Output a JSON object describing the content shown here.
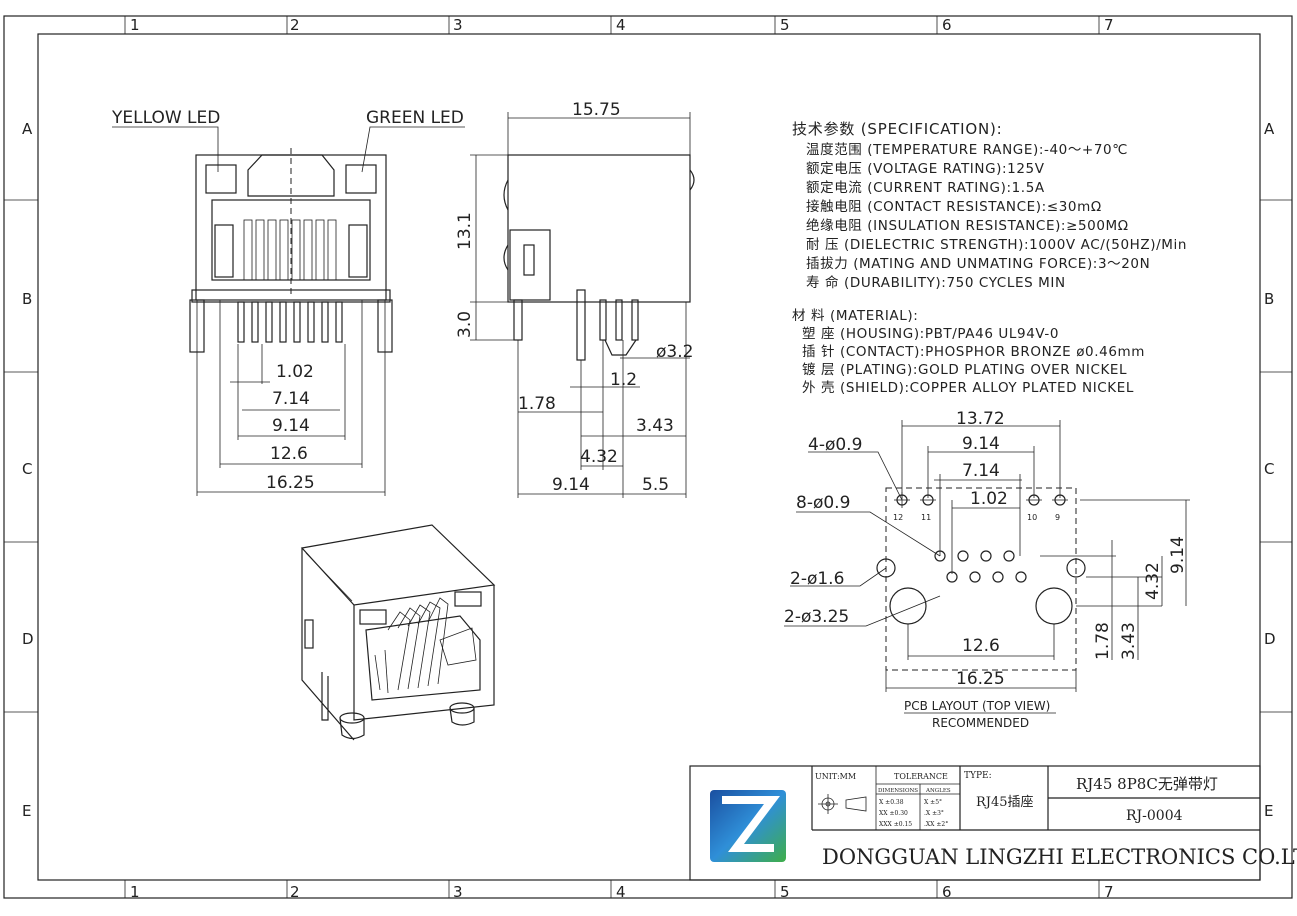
{
  "frame": {
    "col_labels": [
      "1",
      "2",
      "3",
      "4",
      "5",
      "6",
      "7"
    ],
    "row_labels": [
      "A",
      "B",
      "C",
      "D",
      "E"
    ]
  },
  "front_view": {
    "yellow_led": "YELLOW LED",
    "green_led": "GREEN LED",
    "dims": [
      "1.02",
      "7.14",
      "9.14",
      "12.6",
      "16.25"
    ]
  },
  "side_view": {
    "dims": [
      "15.75",
      "13.1",
      "3.0",
      "ø3.2",
      "1.2",
      "1.78",
      "3.43",
      "4.32",
      "9.14",
      "5.5"
    ]
  },
  "spec": {
    "heading": "技术参数 (SPECIFICATION):",
    "lines": [
      "温度范围 (TEMPERATURE RANGE):-40～+70℃",
      "额定电压 (VOLTAGE RATING):125V",
      "额定电流 (CURRENT RATING):1.5A",
      "接触电阻 (CONTACT RESISTANCE):≤30mΩ",
      "绝缘电阻 (INSULATION RESISTANCE):≥500MΩ",
      "耐  压 (DIELECTRIC STRENGTH):1000V AC/(50HZ)/Min",
      "插拔力 (MATING AND UNMATING FORCE):3～20N",
      "寿  命 (DURABILITY):750 CYCLES MIN"
    ],
    "material_heading": "材 料 (MATERIAL):",
    "material_lines": [
      "塑  座 (HOUSING):PBT/PA46 UL94V-0",
      "插  针 (CONTACT):PHOSPHOR BRONZE ø0.46mm",
      "镀  层 (PLATING):GOLD PLATING OVER NICKEL",
      "外  壳 (SHIELD):COPPER ALLOY PLATED NICKEL"
    ]
  },
  "pcb": {
    "dims_top": [
      "13.72",
      "9.14",
      "7.14",
      "1.02"
    ],
    "holes": [
      "4-ø0.9",
      "8-ø0.9",
      "2-ø1.6",
      "2-ø3.25"
    ],
    "pin_labels": [
      "12",
      "11",
      "10",
      "9"
    ],
    "dims_bottom": [
      "12.6",
      "16.25"
    ],
    "dims_right": [
      "9.14",
      "4.32",
      "1.78",
      "3.43"
    ],
    "caption": "PCB LAYOUT (TOP VIEW)",
    "caption2": "RECOMMENDED"
  },
  "title_block": {
    "unit": "UNIT:MM",
    "tolerance": "TOLERANCE",
    "dimensions": "DIMENSIONS",
    "angles": "ANGLES",
    "tol_rows": [
      "X  ±0.38",
      "XX ±0.30",
      "XXX ±0.15"
    ],
    "ang_rows": [
      "X  ±5°",
      ".X  ±3°",
      ".XX ±2°"
    ],
    "type_label": "TYPE:",
    "type_value": "RJ45插座",
    "part_name": "RJ45 8P8C无弹带灯",
    "part_no": "RJ-0004",
    "company": "DONGGUAN LINGZHI ELECTRONICS CO.LTD",
    "logo_colors": [
      "#1a4fa0",
      "#2f8fd8",
      "#3fae49"
    ]
  }
}
